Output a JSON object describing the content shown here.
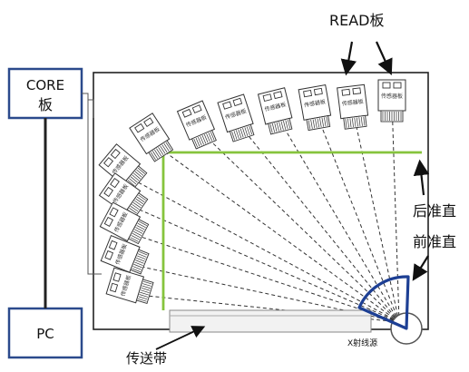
{
  "labels": {
    "core_board_line1": "CORE",
    "core_board_line2": "板",
    "pc": "PC",
    "read_board": "READ板",
    "rear_collimator": "后准直",
    "front_collimator": "前准直",
    "conveyor": "传送带",
    "xray_source": "X射线源",
    "sensor_board": "传感器板"
  },
  "colors": {
    "core_border": "#2b4a8c",
    "pc_border": "#2b4a8c",
    "front_collimator": "#1d3f94",
    "rear_collimator": "#86c43d",
    "lines": "#222222"
  }
}
